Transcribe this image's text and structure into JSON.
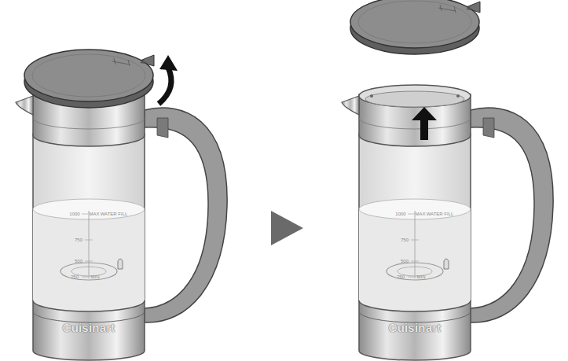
{
  "diagram": {
    "labels": [
      "Cuisinart",
      "1000",
      "MAX",
      "WATER FILL",
      "750",
      "500",
      "250",
      "MIN",
      "Cuisinart",
      "1000",
      "MAX",
      "WATER FILL",
      "750",
      "500",
      "250",
      "MIN"
    ]
  }
}
